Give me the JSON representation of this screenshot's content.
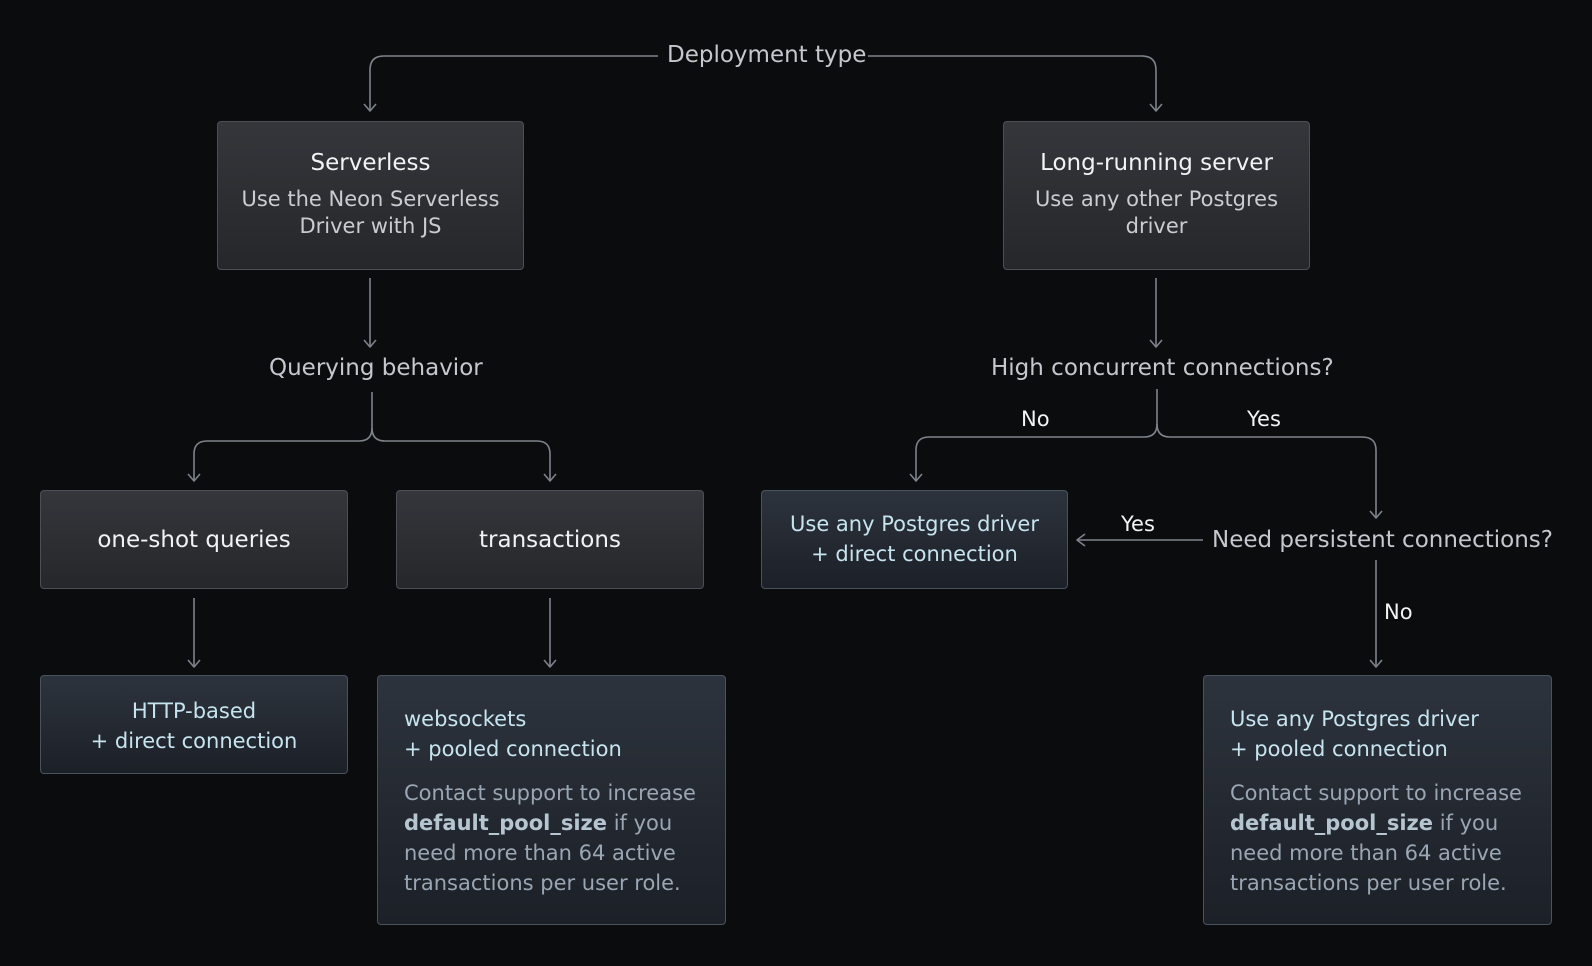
{
  "diagram": {
    "root_label": "Deployment type",
    "serverless": {
      "title": "Serverless",
      "subtitle_line1": "Use the Neon Serverless",
      "subtitle_line2": "Driver with JS"
    },
    "long_running": {
      "title": "Long-running server",
      "subtitle_line1": "Use any other Postgres",
      "subtitle_line2": "driver"
    },
    "querying_behavior": "Querying behavior",
    "high_concurrency": "High concurrent connections?",
    "one_shot": "one-shot queries",
    "transactions": "transactions",
    "http_result": {
      "line1": "HTTP-based",
      "line2": "+ direct connection"
    },
    "websocket_result": {
      "line1": "websockets",
      "line2": "+ pooled connection",
      "note_pre": "Contact support to increase",
      "note_bold": "default_pool_size",
      "note_post1": " if you",
      "note_line3": "need more than 64 active",
      "note_line4": "transactions per user role."
    },
    "direct_result": {
      "line1": "Use any Postgres driver",
      "line2": "+ direct connection"
    },
    "persistent_question": "Need persistent connections?",
    "pooled_result": {
      "line1": "Use any Postgres driver",
      "line2": "+ pooled connection",
      "note_pre": "Contact support to increase",
      "note_bold": "default_pool_size",
      "note_post1": " if you",
      "note_line3": "need more than 64 active",
      "note_line4": "transactions per user role."
    },
    "edge_labels": {
      "no_left": "No",
      "yes_right": "Yes",
      "yes_persistent": "Yes",
      "no_persistent": "No"
    },
    "colors": {
      "background": "#0b0c0d",
      "connector": "#7d838c",
      "accent_text": "#c6e4ef"
    }
  }
}
